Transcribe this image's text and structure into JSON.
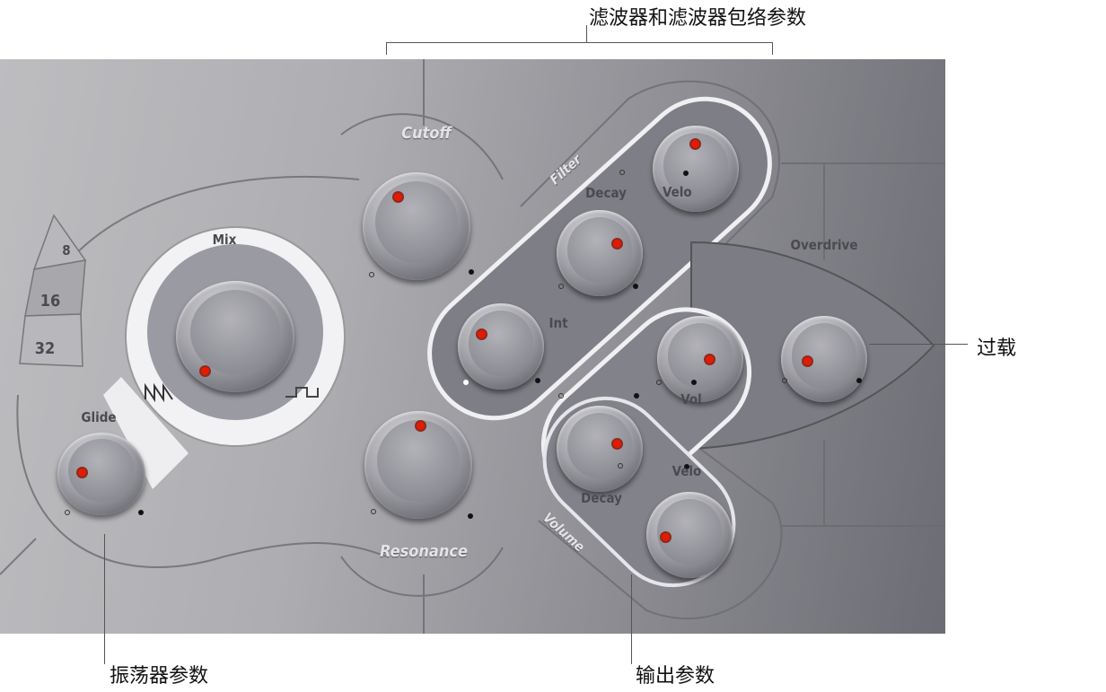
{
  "annotations": {
    "filter_params": "滤波器和滤波器包络参数",
    "overdrive": "过载",
    "oscillator_params": "振荡器参数",
    "output_params": "输出参数"
  },
  "synth": {
    "octave_options": [
      "8",
      "16",
      "32"
    ],
    "octave_selected": "16",
    "oscillator": {
      "mix_label": "Mix",
      "glide_label": "Glide",
      "waveforms": [
        "sawtooth-icon",
        "square-wave-icon"
      ]
    },
    "filter": {
      "section_label": "Filter",
      "cutoff_label": "Cutoff",
      "resonance_label": "Resonance",
      "int_label": "Int",
      "decay_label": "Decay",
      "velo_label": "Velo"
    },
    "volume": {
      "section_label": "Volume",
      "vol_label": "Vol",
      "decay_label": "Decay",
      "velo_label": "Velo"
    },
    "overdrive_label": "Overdrive",
    "colors": {
      "indicator": "#e51b00",
      "panel_light": "#bdbdc0",
      "panel_dark": "#6c6c74"
    }
  }
}
